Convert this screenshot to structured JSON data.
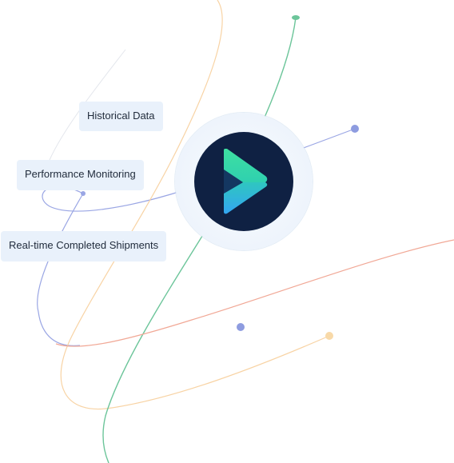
{
  "features": {
    "historical": "Historical Data",
    "performance": "Performance Monitoring",
    "realtime": "Real-time Completed Shipments"
  },
  "colors": {
    "logo_bg": "#0f2143",
    "logo_gradient_top": "#3ee0a0",
    "logo_gradient_bottom": "#33a6f2",
    "chip_bg": "#e9f1fb",
    "orbit_green": "#52c08c",
    "orbit_orange": "#f6c58a",
    "orbit_red": "#f0a090",
    "orbit_blue": "#8e9ce0"
  },
  "icons": {
    "logo": "play-chevron-logo-icon"
  }
}
